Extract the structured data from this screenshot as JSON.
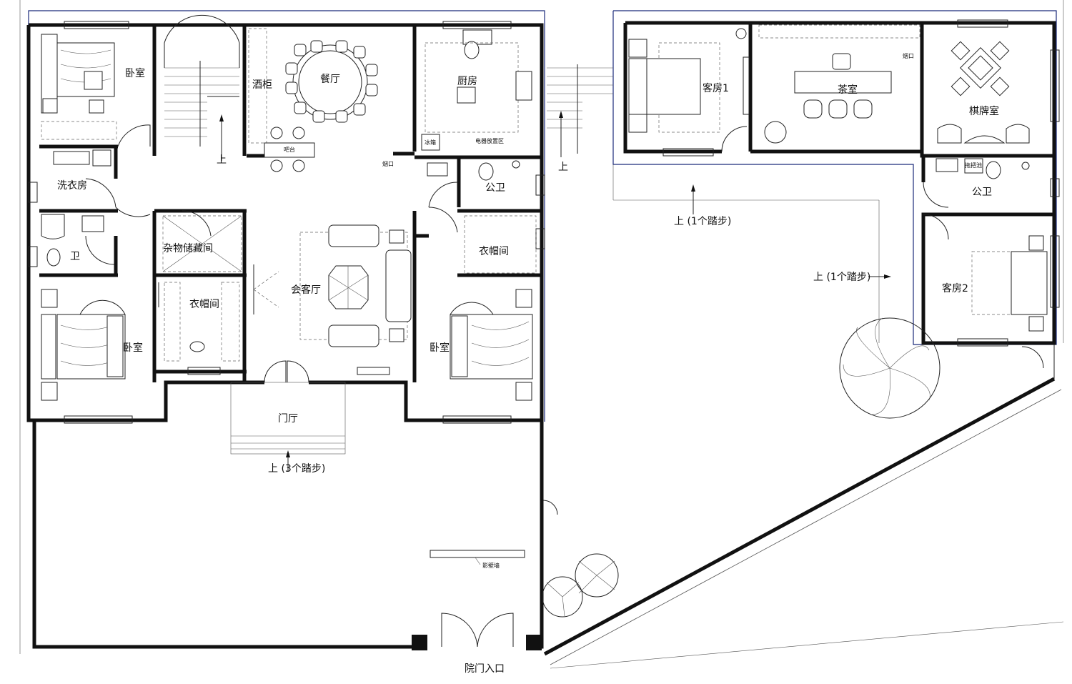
{
  "rooms": {
    "bedroom_nw": "卧室",
    "dining": "餐厅",
    "kitchen": "厨房",
    "wine_cabinet": "酒柜",
    "bar": "吧台",
    "fridge": "冰箱",
    "appliance_area": "电器放置区",
    "flue": "烟口",
    "laundry": "洗衣房",
    "bath_w": "卫",
    "storage": "杂物储藏间",
    "cloakroom_w": "衣帽间",
    "living": "会客厅",
    "bedroom_sw": "卧室",
    "public_wc_e": "公卫",
    "cloakroom_e": "衣帽间",
    "bedroom_se": "卧室",
    "foyer": "门厅",
    "guest1": "客房1",
    "tea": "茶室",
    "chess": "棋牌室",
    "flue2": "烟口",
    "public_wc_ne": "公卫",
    "guest2": "客房2",
    "mop_pool": "拖把池",
    "screen_wall": "影壁墙",
    "yard_gate": "院门入口"
  },
  "annotations": {
    "up": "上",
    "up_1a": "上 (1个踏步)",
    "up_1b": "上 (1个踏步)",
    "up_3": "上 (3个踏步)",
    "up_stair_w": "上",
    "up_stair_e": "上"
  }
}
